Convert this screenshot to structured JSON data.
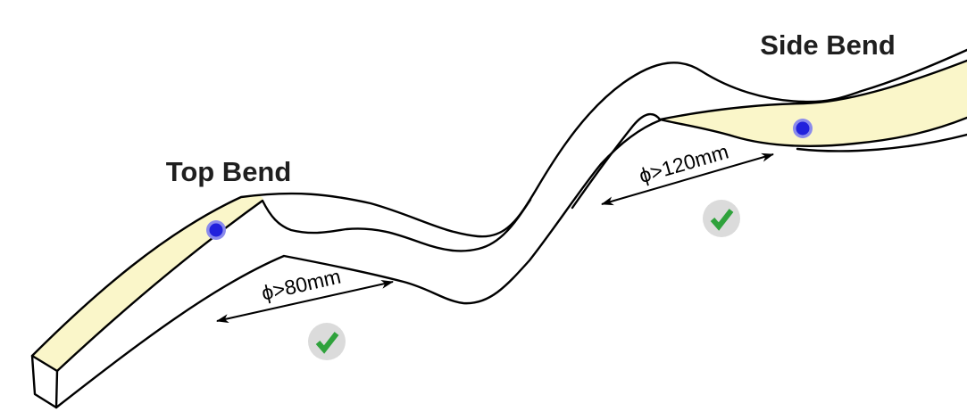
{
  "figure": {
    "bends": [
      {
        "label": "Top Bend",
        "min_bend_diameter": "ϕ>80mm",
        "status_icon": "check-icon",
        "marker_icon": "led-dot-icon"
      },
      {
        "label": "Side Bend",
        "min_bend_diameter": "ϕ>120mm",
        "status_icon": "check-icon",
        "marker_icon": "led-dot-icon"
      }
    ]
  },
  "colors": {
    "strip_face_yellow": "#FAF6C9",
    "outline": "#000000",
    "led_dot_core": "#2121DC",
    "led_dot_halo": "#8A8AEC",
    "check_green": "#2FA23C",
    "check_circle_bg": "#DBDBDB",
    "label_text": "#1F1F1F",
    "background": "#FFFFFF"
  }
}
